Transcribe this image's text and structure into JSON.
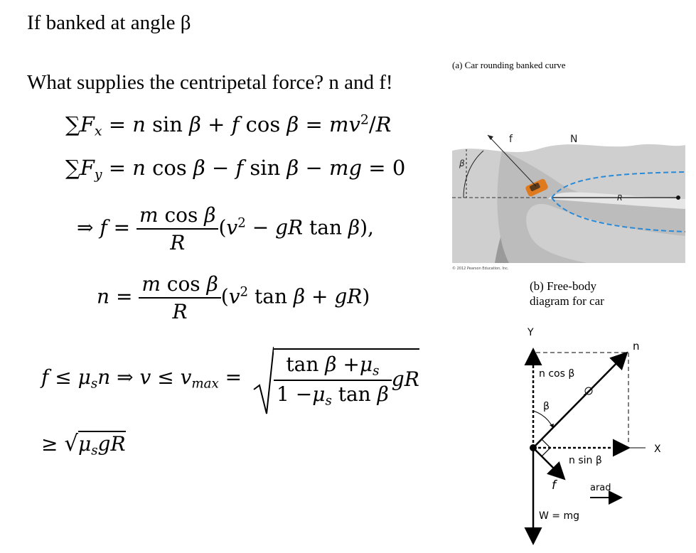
{
  "heading": "If banked at angle β",
  "question": "What supplies the centripetal force? n and f!",
  "eq_fx": "∑Fx = n sin β + f cos β = mv²/R",
  "eq_fy": "∑Fy = n cos β − f sin β − mg = 0",
  "eq_f": "⇒ f = (m cos β / R)(v² − gR tan β),",
  "eq_n": "n = (m cos β / R)(v² tan β + gR)",
  "eq_vmax": "f ≤ μs n ⇒ v ≤ vmax = √( (tan β + μs)/(1 − μs tan β) gR )",
  "eq_bound": "≥ √(μs gR)",
  "figure_a": {
    "caption": "(a) Car rounding banked curve",
    "label_beta": "β",
    "label_f": "f",
    "label_N": "N",
    "label_R": "R",
    "copyright": "© 2012 Pearson Education, Inc."
  },
  "figure_b": {
    "caption_line1": "(b) Free-body",
    "caption_line2": "diagram for car",
    "axis_y": "Y",
    "axis_x": "X",
    "label_n": "n",
    "label_ncos": "n cos β",
    "label_beta": "β",
    "label_nsin": "n sin β",
    "label_f": "f",
    "label_arad": "arad",
    "label_w": "W = mg"
  }
}
